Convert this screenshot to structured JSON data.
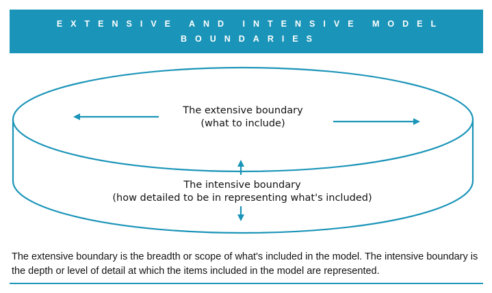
{
  "banner": {
    "line1": "EXTENSIVE AND INTENSIVE MODEL",
    "line2": "BOUNDARIES"
  },
  "diagram": {
    "extensive_title": "The extensive boundary",
    "extensive_sub": "(what to include)",
    "intensive_title": "The intensive boundary",
    "intensive_sub": "(how detailed to be in representing what's included)"
  },
  "caption": "The extensive boundary is the breadth or scope of what's included in the model. The intensive boundary is the depth or level of detail at which the items included in the model are represented.",
  "colors": {
    "accent": "#1a94b8",
    "text": "#111111"
  }
}
